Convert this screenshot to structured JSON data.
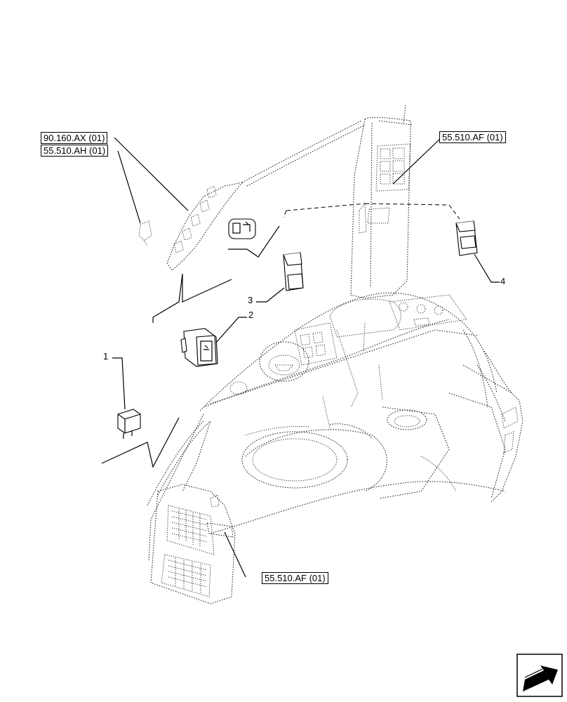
{
  "references": [
    {
      "id": "ref-90-160-ax",
      "label": "90.160.AX (01)"
    },
    {
      "id": "ref-55-510-ah",
      "label": "55.510.AH (01)"
    },
    {
      "id": "ref-55-510-af-top",
      "label": "55.510.AF (01)"
    },
    {
      "id": "ref-55-510-af-bottom",
      "label": "55.510.AF (01)"
    }
  ],
  "callouts": {
    "one": "1",
    "two": "2",
    "three": "3",
    "four": "4"
  },
  "colors": {
    "line": "#000000",
    "background": "#ffffff"
  },
  "icons": {
    "navigation": "arrow-next-page-icon"
  }
}
